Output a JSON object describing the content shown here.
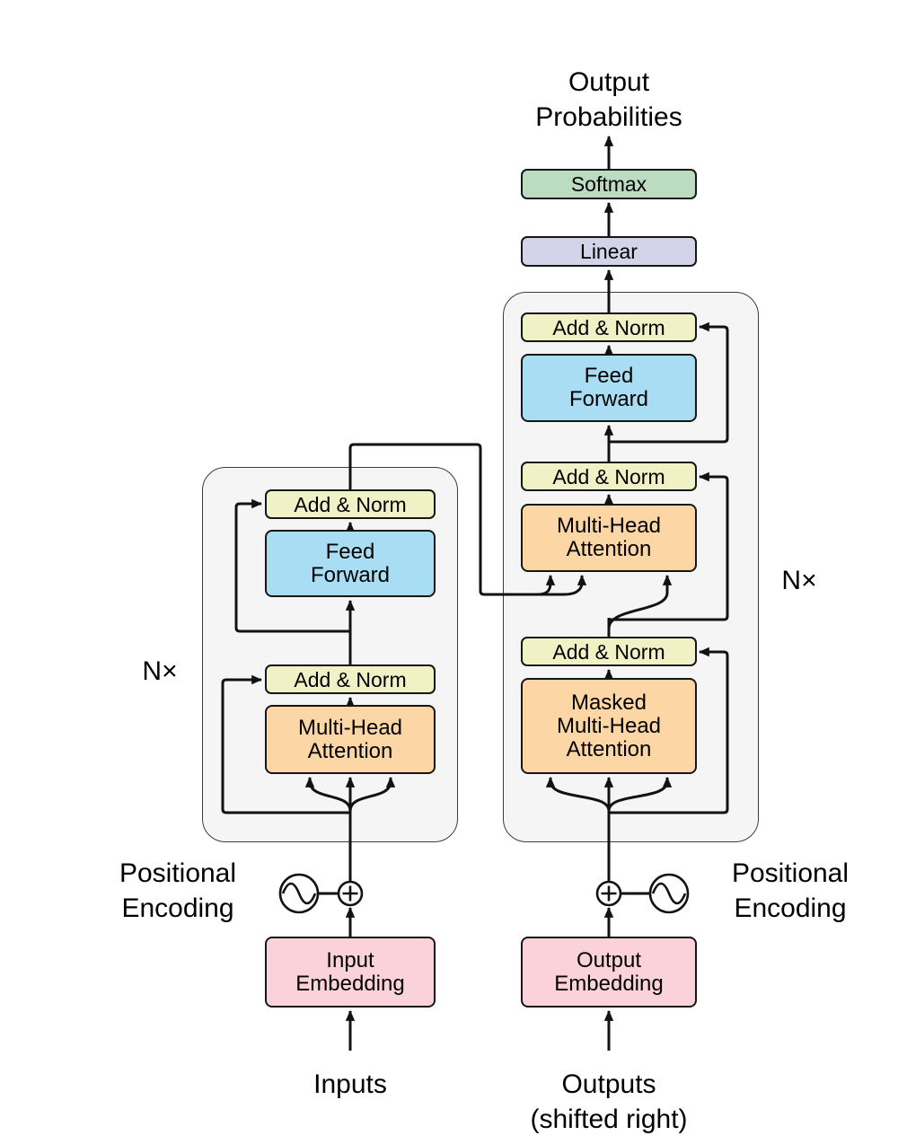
{
  "colors": {
    "softmax": "#bcdcc1",
    "linear": "#d3d4e9",
    "add_norm": "#f0f2c6",
    "feed_forward": "#a9ddf4",
    "attention": "#fcd6a4",
    "embedding": "#fbd2da",
    "stack_background": "#f5f5f6",
    "line": "#121212"
  },
  "output_head": {
    "probabilities_label": [
      "Output",
      "Probabilities"
    ],
    "softmax": "Softmax",
    "linear": "Linear"
  },
  "decoder": {
    "repeat_label": "N×",
    "add_norm_top": "Add & Norm",
    "feed_forward": [
      "Feed",
      "Forward"
    ],
    "add_norm_mid": "Add & Norm",
    "multi_head_attention": [
      "Multi-Head",
      "Attention"
    ],
    "add_norm_bottom": "Add & Norm",
    "masked_multi_head_attention": [
      "Masked",
      "Multi-Head",
      "Attention"
    ],
    "output_embedding": [
      "Output",
      "Embedding"
    ],
    "positional_encoding": [
      "Positional",
      "Encoding"
    ],
    "outputs_label": [
      "Outputs",
      "(shifted right)"
    ]
  },
  "encoder": {
    "repeat_label": "N×",
    "add_norm_top": "Add & Norm",
    "feed_forward": [
      "Feed",
      "Forward"
    ],
    "add_norm_bottom": "Add & Norm",
    "multi_head_attention": [
      "Multi-Head",
      "Attention"
    ],
    "input_embedding": [
      "Input",
      "Embedding"
    ],
    "positional_encoding": [
      "Positional",
      "Encoding"
    ],
    "inputs_label": "Inputs"
  }
}
